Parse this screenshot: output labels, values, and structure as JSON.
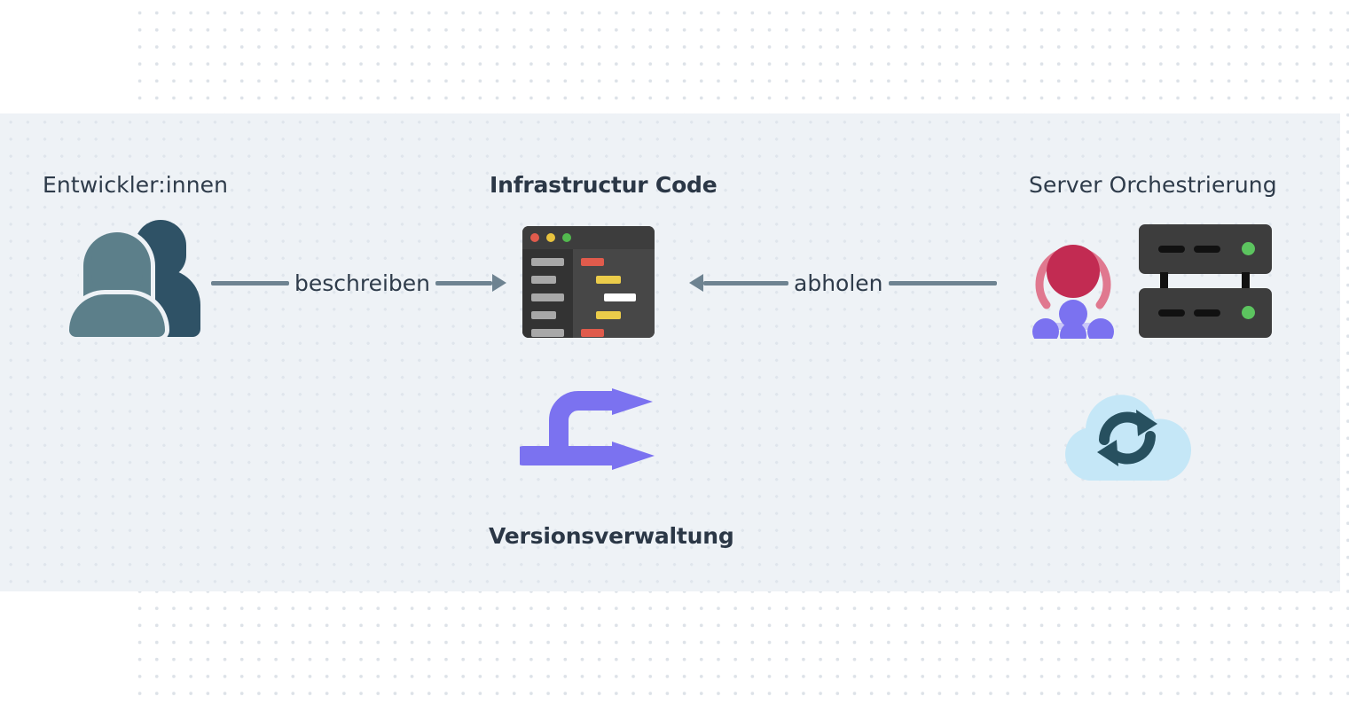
{
  "diagram": {
    "title_context": "Infrastructure as Code workflow",
    "nodes": {
      "developers": {
        "label": "Entwickler:innen",
        "icon": "people-icon",
        "bold": false
      },
      "infrastructure_code": {
        "label": "Infrastructur Code",
        "icon": "code-editor-icon",
        "bold": true
      },
      "server_orchestration": {
        "label": "Server Orchestrierung",
        "icon": "orchestration-nodes-icon",
        "secondary_icon": "server-rack-icon",
        "bold": false
      },
      "version_control": {
        "label": "Versionsverwaltung",
        "icon": "branch-arrow-icon",
        "bold": true
      },
      "cloud_sync": {
        "icon": "cloud-sync-icon"
      }
    },
    "edges": [
      {
        "label": "beschreiben",
        "from": "developers",
        "to": "infrastructure_code",
        "direction": "right"
      },
      {
        "label": "abholen",
        "from": "server_orchestration",
        "to": "infrastructure_code",
        "direction": "left"
      }
    ],
    "editor": {
      "window_dots": [
        "red",
        "yellow",
        "green"
      ],
      "sidebar_bars": 5,
      "code_lines": [
        {
          "color": "#e05b4c",
          "indent": 0,
          "width": 26
        },
        {
          "color": "#ebcc4a",
          "indent": 1,
          "width": 28
        },
        {
          "color": "#ffffff",
          "indent": 2,
          "width": 35
        },
        {
          "color": "#ebcc4a",
          "indent": 1,
          "width": 28
        },
        {
          "color": "#e05b4c",
          "indent": 0,
          "width": 26
        }
      ]
    },
    "servers": {
      "rack_count": 2,
      "status_led_color": "#5cc45f"
    },
    "colors": {
      "band_background": "#eef2f6",
      "page_background": "#ffffff",
      "dot": "#dde2e8",
      "text": "#2e3b4a",
      "arrow": "#6e8391",
      "person_front": "#5c7f8a",
      "person_back": "#2f5266",
      "accent_purple": "#7b72f0",
      "accent_purple_light": "#c9c6f8",
      "accent_crimson": "#c22b52",
      "accent_pink": "#e0788f",
      "cloud": "#c5e7f7",
      "cloud_icon": "#27505f",
      "editor_titlebar": "#3d3d3d",
      "editor_sidebar": "#333333",
      "editor_main": "#474747",
      "server_body": "#3d3d3d",
      "server_slot": "#111111"
    }
  }
}
